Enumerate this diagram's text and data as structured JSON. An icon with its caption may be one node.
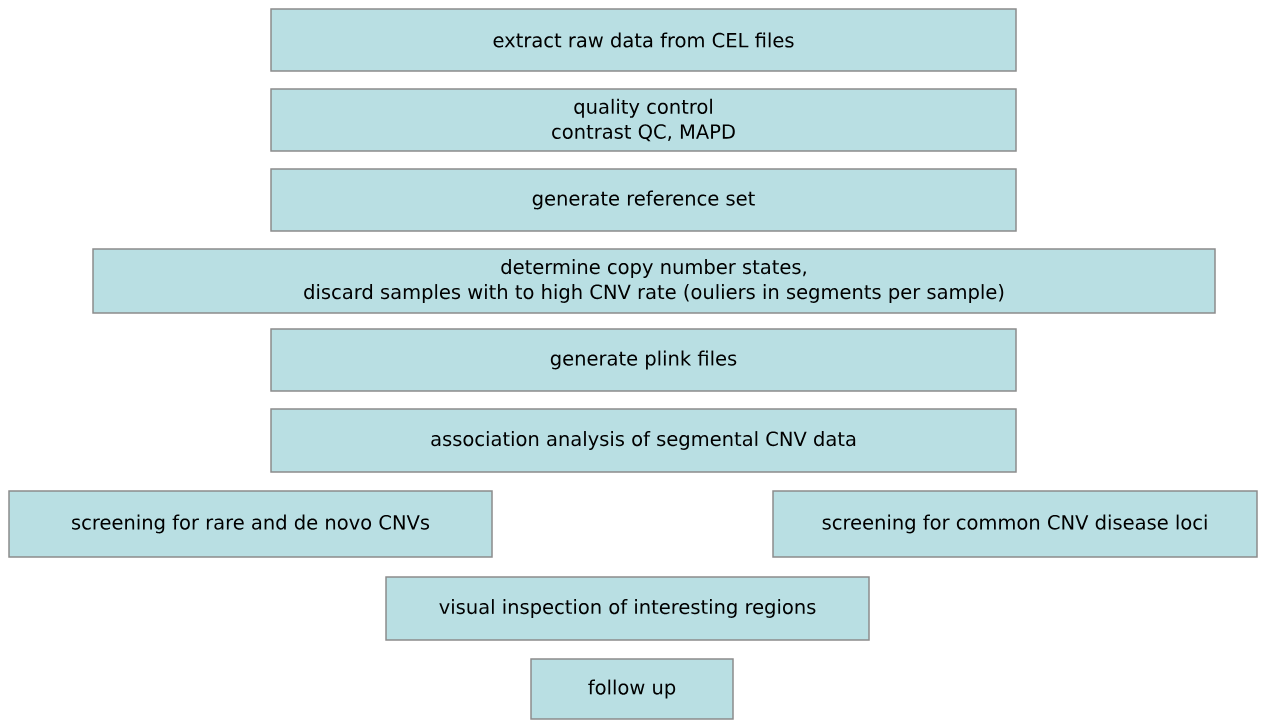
{
  "diagram": {
    "nodes": [
      {
        "text": [
          "extract raw data from CEL files"
        ]
      },
      {
        "text": [
          "quality control",
          "contrast QC, MAPD"
        ]
      },
      {
        "text": [
          "generate reference set"
        ]
      },
      {
        "text": [
          "determine copy number states,",
          "discard samples with to high CNV rate (ouliers in segments per sample)"
        ]
      },
      {
        "text": [
          "generate plink files"
        ]
      },
      {
        "text": [
          "association analysis of segmental CNV data"
        ]
      },
      {
        "text": [
          "screening for rare and de novo CNVs"
        ]
      },
      {
        "text": [
          "screening for common CNV disease loci"
        ]
      },
      {
        "text": [
          "visual inspection of interesting regions"
        ]
      },
      {
        "text": [
          "follow up"
        ]
      }
    ]
  }
}
